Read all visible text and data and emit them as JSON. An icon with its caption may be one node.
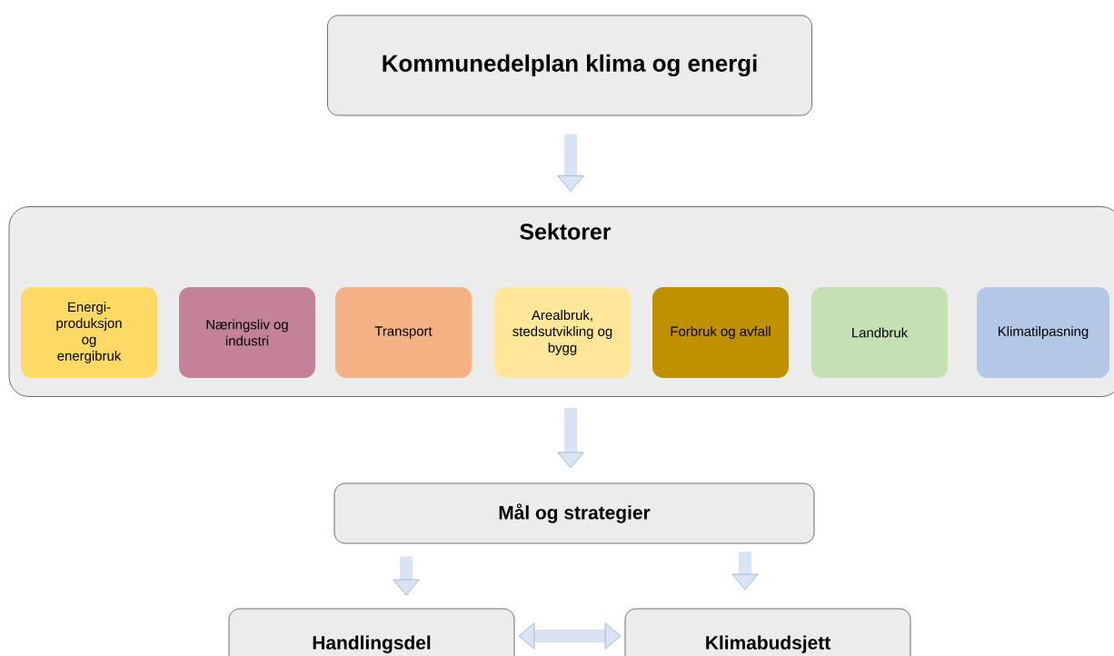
{
  "diagram": {
    "nodes": [
      {
        "text": [
          "Kommunedelplan klima og energi"
        ]
      },
      {
        "text": [
          "Sektorer"
        ]
      },
      {
        "text": [
          "Energi- produksjon og energibruk"
        ],
        "in": 1
      },
      {
        "text": [
          "Næringsliv og industri"
        ],
        "in": 1
      },
      {
        "text": [
          "Transport"
        ],
        "in": 1
      },
      {
        "text": [
          "Arealbruk, stedsutvikling og bygg"
        ],
        "in": 1
      },
      {
        "text": [
          "Forbruk og avfall"
        ],
        "in": 1
      },
      {
        "text": [
          "Landbruk"
        ],
        "in": 1
      },
      {
        "text": [
          "Klimatilpasning"
        ],
        "in": 1
      },
      {
        "text": [
          "Mål og strategier"
        ]
      },
      {
        "text": [
          "Handlingsdel"
        ]
      },
      {
        "text": [
          "Klimabudsjett"
        ]
      }
    ],
    "edges": [
      {
        "from": 0,
        "to": 1,
        "arrow": "to"
      },
      {
        "from": 1,
        "to": 9,
        "arrow": "to"
      },
      {
        "from": 9,
        "to": 10,
        "arrow": "to"
      },
      {
        "from": 9,
        "to": 11,
        "arrow": "to"
      },
      {
        "from": 10,
        "to": 11,
        "arrow": "both"
      }
    ]
  }
}
